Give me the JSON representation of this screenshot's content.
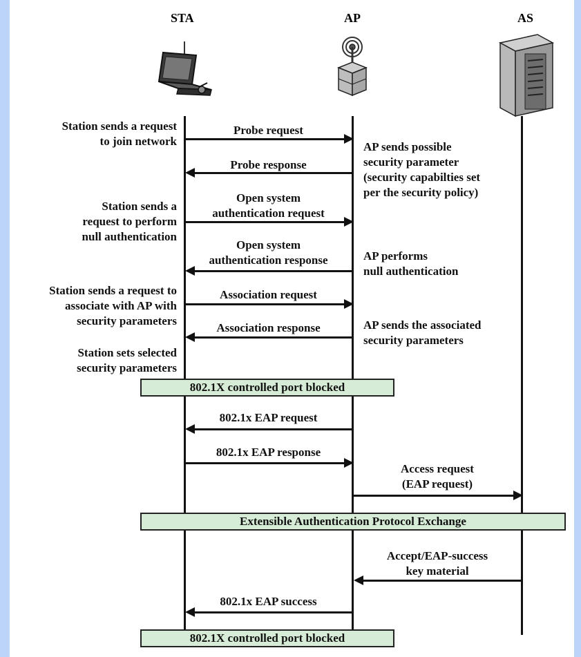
{
  "entities": {
    "sta": "STA",
    "ap": "AP",
    "as": "AS"
  },
  "left_notes": {
    "join": [
      "Station sends a request",
      "to join network"
    ],
    "null_auth": [
      "Station sends a",
      "request to perform",
      "null authentication"
    ],
    "associate": [
      "Station sends a request to",
      "associate with AP with",
      "security parameters"
    ],
    "sets": [
      "Station sets selected",
      "security parameters"
    ]
  },
  "right_notes": {
    "possible": [
      "AP sends possible",
      "security parameter",
      "(security capabilties set",
      "per the security policy)"
    ],
    "performs": [
      "AP performs",
      "null authentication"
    ],
    "associated": [
      "AP sends the associated",
      "security parameters"
    ]
  },
  "messages": {
    "probe_request": [
      "Probe request"
    ],
    "probe_response": [
      "Probe response"
    ],
    "open_request": [
      "Open system",
      "authentication request"
    ],
    "open_response": [
      "Open system",
      "authentication  response"
    ],
    "assoc_request": [
      "Association request"
    ],
    "assoc_response": [
      "Association response"
    ],
    "eap_request": [
      "802.1x EAP request"
    ],
    "eap_response": [
      "802.1x EAP response"
    ],
    "access_request": [
      "Access request",
      "(EAP request)"
    ],
    "accept": [
      "Accept/EAP-success",
      "key material"
    ],
    "eap_success": [
      "802.1x EAP success"
    ]
  },
  "bars": {
    "blocked_1": "802.1X controlled port blocked",
    "eap_exchange": "Extensible Authentication Protocol Exchange",
    "blocked_2": "802.1X controlled port blocked"
  },
  "icons": {
    "sta": "laptop-icon",
    "ap": "access-point-icon",
    "as": "server-icon"
  },
  "colors": {
    "background_frame": "#bcd4f8",
    "bar_fill": "#d6ecd6",
    "ink": "#111111"
  }
}
